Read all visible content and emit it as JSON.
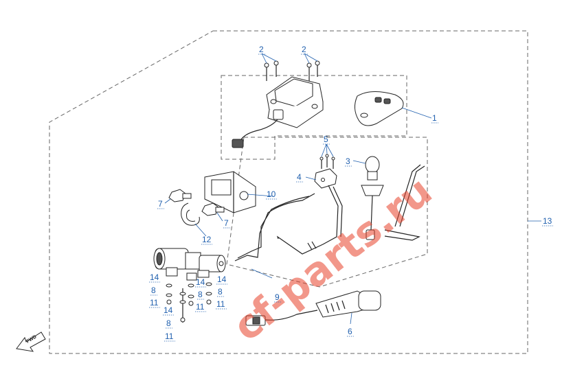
{
  "callouts": {
    "c1": "1",
    "c2a": "2",
    "c2b": "2",
    "c3": "3",
    "c4": "4",
    "c5": "5",
    "c6": "6",
    "c7a": "7",
    "c7b": "7",
    "c8a": "8",
    "c8b": "8",
    "c8c": "8",
    "c8d": "8",
    "c9": "9",
    "c10": "10",
    "c11a": "11",
    "c11b": "11",
    "c11c": "11",
    "c11d": "11",
    "c12": "12",
    "c13": "13",
    "c14a": "14",
    "c14b": "14",
    "c14c": "14",
    "c14d": "14"
  },
  "fwd_label": "FWD",
  "watermark": "cf-parts.ru",
  "colors": {
    "callout": "#1f5fae",
    "watermark": "#e8432c",
    "line": "#222222"
  }
}
